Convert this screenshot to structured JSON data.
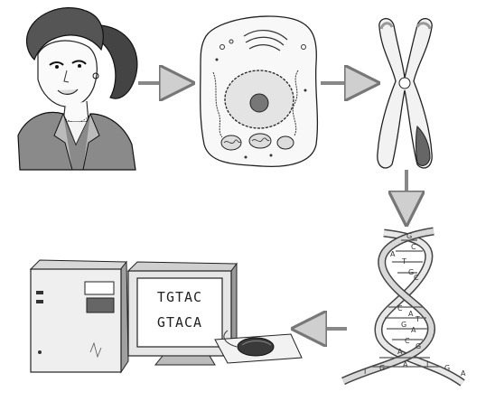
{
  "figure": {
    "screen_lines": [
      "TGTAC",
      "GTACA"
    ],
    "helix_letters": [
      "G",
      "C",
      "A",
      "T",
      "G",
      "C",
      "C",
      "A",
      "T",
      "G",
      "A",
      "C",
      "G",
      "A"
    ],
    "bottom_letters": [
      "I",
      "G",
      "A",
      "I",
      "G",
      "A"
    ],
    "arrows": [
      "person-to-cell",
      "cell-to-chromosome",
      "chromosome-to-dna",
      "dna-to-computer"
    ],
    "icons": [
      "woman-portrait",
      "cell",
      "chromosome",
      "dna-double-helix",
      "desktop-computer"
    ]
  }
}
